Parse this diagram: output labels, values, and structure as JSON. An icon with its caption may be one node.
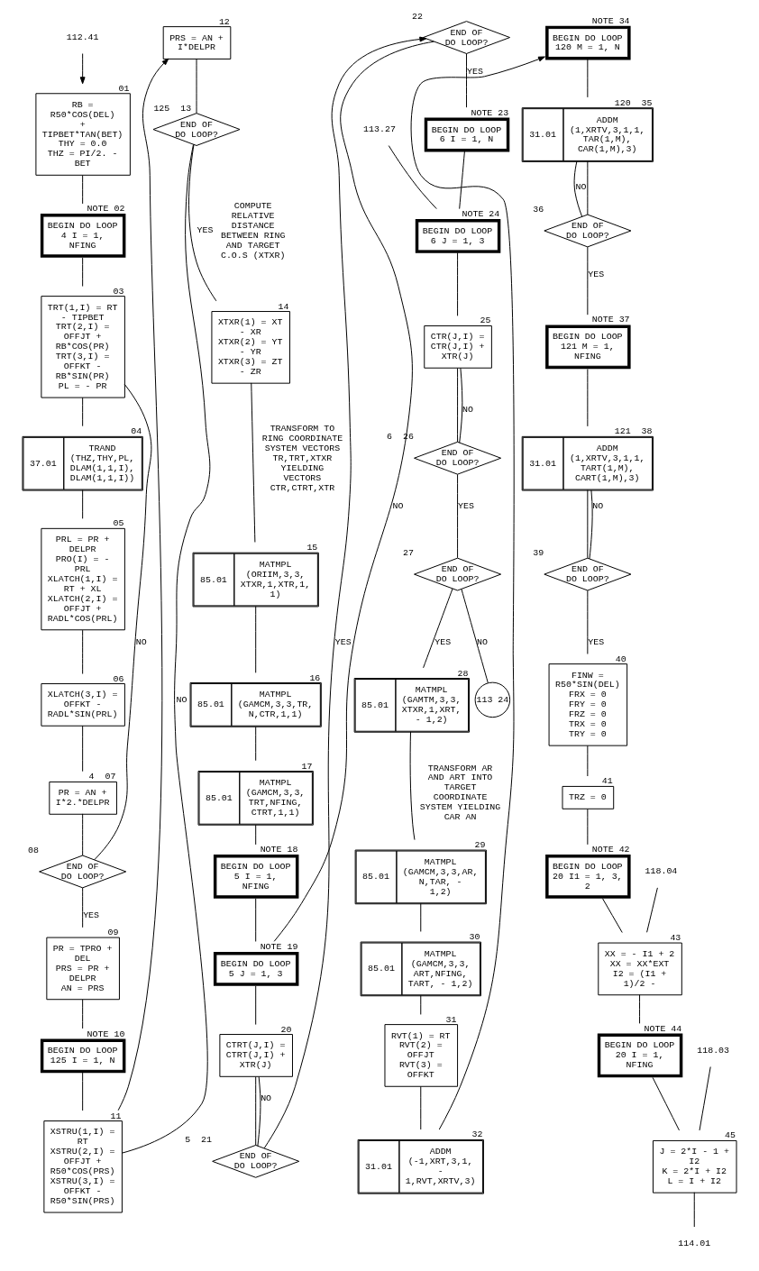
{
  "diagram": {
    "nodes": [
      {
        "text": [
          "112.41"
        ]
      },
      {
        "text": [
          "RB = R50*COS(DEL) + TIPBET*TAN(BET)",
          "THY = 0.0",
          "THZ = PI/2. - BET"
        ],
        "beside": [
          "01"
        ]
      },
      {
        "text": [
          "BEGIN DO LOOP 4 I = 1, NFING"
        ],
        "beside": [
          "NOTE 02"
        ]
      },
      {
        "text": [
          "TRT(1,I) = RT - TIPBET",
          "TRT(2,I) = OFFJT + RB*COS(PR)",
          "TRT(3,I) = OFFKT - RB*SIN(PR)",
          "PL = - PR"
        ],
        "beside": [
          "03"
        ]
      },
      {
        "text": [
          "37.01",
          "TRAND (THZ,THY,PL, DLAM(1,1,I), DLAM(1,1,I))"
        ],
        "beside": [
          "04"
        ]
      },
      {
        "text": [
          "PRL = PR + DELPR",
          "PRO(I) = - PRL",
          "XLATCH(1,I) = RT + XL",
          "XLATCH(2,I) = OFFJT + RADL*COS(PRL)"
        ],
        "beside": [
          "05"
        ]
      },
      {
        "text": [
          "XLATCH(3,I) = OFFKT - RADL*SIN(PRL)"
        ],
        "beside": [
          "06"
        ]
      },
      {
        "text": [
          "PR = AN + I*2.*DELPR"
        ],
        "beside": [
          "4",
          "07"
        ]
      },
      {
        "text": [
          "END OF DO LOOP?"
        ],
        "beside": [
          "08"
        ]
      },
      {
        "text": [
          "PR = TPRO + DEL",
          "PRS = PR + DELPR",
          "AN = PRS"
        ],
        "beside": [
          "09"
        ]
      },
      {
        "text": [
          "BEGIN DO LOOP 125 I = 1, N"
        ],
        "beside": [
          "NOTE 10"
        ]
      },
      {
        "text": [
          "XSTRU(1,I) = RT",
          "XSTRU(2,I) = OFFJT + R50*COS(PRS)",
          "XSTRU(3,I) = OFFKT - R50*SIN(PRS)"
        ],
        "beside": [
          "11"
        ]
      },
      {
        "text": [
          "PRS = AN + I*DELPR"
        ],
        "beside": [
          "12"
        ]
      },
      {
        "text": [
          "END OF DO LOOP?"
        ],
        "beside": [
          "125",
          "13"
        ]
      },
      {
        "text": [
          "XTXR(1) = XT - XR",
          "XTXR(2) = YT - YR",
          "XTXR(3) = ZT - ZR"
        ],
        "beside": [
          "14"
        ]
      },
      {
        "text": [
          "85.01",
          "MATMPL (ORIIM,3,3, XTXR,1,XTR,1, 1)"
        ],
        "beside": [
          "15"
        ]
      },
      {
        "text": [
          "85.01",
          "MATMPL (GAMCM,3,3,TR, N,CTR,1,1)"
        ],
        "beside": [
          "16"
        ]
      },
      {
        "text": [
          "85.01",
          "MATMPL (GAMCM,3,3, TRT,NFING, CTRT,1,1)"
        ],
        "beside": [
          "17"
        ]
      },
      {
        "text": [
          "BEGIN DO LOOP 5 I = 1, NFING"
        ],
        "beside": [
          "NOTE 18"
        ]
      },
      {
        "text": [
          "BEGIN DO LOOP 5 J = 1, 3"
        ],
        "beside": [
          "NOTE 19"
        ]
      },
      {
        "text": [
          "CTRT(J,I) = CTRT(J,I) + XTR(J)"
        ],
        "beside": [
          "20"
        ]
      },
      {
        "text": [
          "END OF DO LOOP?"
        ],
        "beside": [
          "5",
          "21"
        ]
      },
      {
        "text": [
          "END OF DO LOOP?"
        ],
        "beside": [
          "22"
        ]
      },
      {
        "text": [
          "BEGIN DO LOOP 6 I = 1, N"
        ],
        "beside": [
          "NOTE 23"
        ]
      },
      {
        "text": [
          "113.27"
        ]
      },
      {
        "text": [
          "BEGIN DO LOOP 6 J = 1, 3"
        ],
        "beside": [
          "NOTE 24"
        ]
      },
      {
        "text": [
          "CTR(J,I) = CTR(J,I) + XTR(J)"
        ],
        "beside": [
          "25"
        ]
      },
      {
        "text": [
          "END OF DO LOOP?"
        ],
        "beside": [
          "6",
          "26"
        ]
      },
      {
        "text": [
          "END OF DO LOOP?"
        ],
        "beside": [
          "27"
        ]
      },
      {
        "text": [
          "113 24"
        ]
      },
      {
        "text": [
          "85.01",
          "MATMPL (GAMTM,3,3, XTXR,1,XRT, - 1,2)"
        ],
        "beside": [
          "28"
        ]
      },
      {
        "text": [
          "85.01",
          "MATMPL (GAMCM,3,3,AR, N,TAR, - 1,2)"
        ],
        "beside": [
          "29"
        ]
      },
      {
        "text": [
          "85.01",
          "MATMPL (GAMCM,3,3, ART,NFING, TART, - 1,2)"
        ],
        "beside": [
          "30"
        ]
      },
      {
        "text": [
          "RVT(1) = RT",
          "RVT(2) = OFFJT",
          "RVT(3) = OFFKT"
        ],
        "beside": [
          "31"
        ]
      },
      {
        "text": [
          "31.01",
          "ADDM (-1,XRT,3,1, - 1,RVT,XRTV,3)"
        ],
        "beside": [
          "32"
        ]
      },
      {
        "text": [
          "BEGIN DO LOOP 120 M = 1, N"
        ],
        "beside": [
          "NOTE 34"
        ]
      },
      {
        "text": [
          "31.01",
          "ADDM (1,XRTV,3,1,1, TAR(1,M), CAR(1,M),3)"
        ],
        "beside": [
          "120",
          "35"
        ]
      },
      {
        "text": [
          "END OF DO LOOP?"
        ],
        "beside": [
          "36"
        ]
      },
      {
        "text": [
          "BEGIN DO LOOP 121 M = 1, NFING"
        ],
        "beside": [
          "NOTE 37"
        ]
      },
      {
        "text": [
          "31.01",
          "ADDM (1,XRTV,3,1,1, TART(1,M), CART(1,M),3)"
        ],
        "beside": [
          "121",
          "38"
        ]
      },
      {
        "text": [
          "END OF DO LOOP?"
        ],
        "beside": [
          "39"
        ]
      },
      {
        "text": [
          "FINW = R50*SIN(DEL)",
          "FRX = 0",
          "FRY = 0",
          "FRZ = 0",
          "TRX = 0",
          "TRY = 0"
        ],
        "beside": [
          "40"
        ]
      },
      {
        "text": [
          "TRZ = 0"
        ],
        "beside": [
          "41"
        ]
      },
      {
        "text": [
          "BEGIN DO LOOP 20 I1 = 1, 3, 2"
        ],
        "beside": [
          "NOTE 42"
        ]
      },
      {
        "text": [
          "118.04"
        ]
      },
      {
        "text": [
          "XX = - I1 + 2",
          "XX = XX*EXT",
          "I2 = (I1 + 1)/2 -"
        ],
        "beside": [
          "43"
        ]
      },
      {
        "text": [
          "BEGIN DO LOOP 20 I = 1, NFING"
        ],
        "beside": [
          "NOTE 44"
        ]
      },
      {
        "text": [
          "118.03"
        ]
      },
      {
        "text": [
          "J = 2*I - 1 + I2",
          "K = 2*I + I2",
          "L = I + I2"
        ],
        "beside": [
          "45"
        ]
      },
      {
        "text": [
          "114.01"
        ]
      }
    ],
    "edges": [
      {
        "from": 0,
        "to": 1,
        "arrow": "to"
      },
      {
        "from": 1,
        "to": 2,
        "arrow": "none"
      },
      {
        "from": 2,
        "to": 3,
        "arrow": "none"
      },
      {
        "from": 3,
        "to": 4,
        "arrow": "none"
      },
      {
        "from": 4,
        "to": 5,
        "arrow": "none"
      },
      {
        "from": 5,
        "to": 6,
        "arrow": "none"
      },
      {
        "from": 6,
        "to": 7,
        "arrow": "none"
      },
      {
        "from": 7,
        "to": 8,
        "arrow": "none"
      },
      {
        "from": 8,
        "to": 3,
        "arrow": "none",
        "label": "NO"
      },
      {
        "from": 8,
        "to": 9,
        "arrow": "none",
        "label": "YES"
      },
      {
        "from": 9,
        "to": 10,
        "arrow": "none"
      },
      {
        "from": 10,
        "to": 11,
        "arrow": "none"
      },
      {
        "from": 11,
        "to": 12,
        "arrow": "to"
      },
      {
        "from": 12,
        "to": 13,
        "arrow": "none"
      },
      {
        "from": 13,
        "to": 11,
        "arrow": "none",
        "label": "NO"
      },
      {
        "from": 13,
        "to": 14,
        "arrow": "none",
        "label": "YES"
      },
      {
        "from": 14,
        "to": 15,
        "arrow": "none"
      },
      {
        "from": 15,
        "to": 16,
        "arrow": "none"
      },
      {
        "from": 16,
        "to": 17,
        "arrow": "none"
      },
      {
        "from": 17,
        "to": 18,
        "arrow": "none"
      },
      {
        "from": 18,
        "to": 19,
        "arrow": "none"
      },
      {
        "from": 19,
        "to": 20,
        "arrow": "none"
      },
      {
        "from": 20,
        "to": 21,
        "arrow": "none"
      },
      {
        "from": 21,
        "to": 20,
        "arrow": "none",
        "label": "NO"
      },
      {
        "from": 21,
        "to": 22,
        "arrow": "to",
        "label": "YES"
      },
      {
        "from": 22,
        "to": 19,
        "arrow": "none",
        "label": "NO"
      },
      {
        "from": 22,
        "to": 23,
        "arrow": "none",
        "label": "YES"
      },
      {
        "from": 23,
        "to": 25,
        "arrow": "none"
      },
      {
        "from": 24,
        "to": 25,
        "arrow": "none"
      },
      {
        "from": 25,
        "to": 26,
        "arrow": "none"
      },
      {
        "from": 26,
        "to": 27,
        "arrow": "none"
      },
      {
        "from": 27,
        "to": 26,
        "arrow": "none",
        "label": "NO"
      },
      {
        "from": 27,
        "to": 28,
        "arrow": "none",
        "label": "YES"
      },
      {
        "from": 28,
        "to": 29,
        "arrow": "none",
        "label": "NO"
      },
      {
        "from": 28,
        "to": 30,
        "arrow": "none",
        "label": "YES"
      },
      {
        "from": 30,
        "to": 31,
        "arrow": "none"
      },
      {
        "from": 31,
        "to": 32,
        "arrow": "none"
      },
      {
        "from": 32,
        "to": 33,
        "arrow": "none"
      },
      {
        "from": 33,
        "to": 34,
        "arrow": "none"
      },
      {
        "from": 34,
        "to": 35,
        "arrow": "to"
      },
      {
        "from": 35,
        "to": 36,
        "arrow": "none"
      },
      {
        "from": 36,
        "to": 37,
        "arrow": "none"
      },
      {
        "from": 37,
        "to": 36,
        "arrow": "none",
        "label": "NO"
      },
      {
        "from": 37,
        "to": 38,
        "arrow": "none",
        "label": "YES"
      },
      {
        "from": 38,
        "to": 39,
        "arrow": "none"
      },
      {
        "from": 39,
        "to": 40,
        "arrow": "none"
      },
      {
        "from": 40,
        "to": 39,
        "arrow": "none",
        "label": "NO"
      },
      {
        "from": 40,
        "to": 41,
        "arrow": "none",
        "label": "YES"
      },
      {
        "from": 41,
        "to": 42,
        "arrow": "none"
      },
      {
        "from": 42,
        "to": 43,
        "arrow": "none"
      },
      {
        "from": 43,
        "to": 45,
        "arrow": "none"
      },
      {
        "from": 44,
        "to": 45,
        "arrow": "none"
      },
      {
        "from": 45,
        "to": 46,
        "arrow": "none"
      },
      {
        "from": 46,
        "to": 48,
        "arrow": "none"
      },
      {
        "from": 47,
        "to": 48,
        "arrow": "none"
      },
      {
        "from": 48,
        "to": 49,
        "arrow": "none"
      }
    ],
    "labels": [
      "COMPUTE RELATIVE DISTANCE BETWEEN RING AND TARGET C.O.S (XTXR)",
      "TRANSFORM TO RING COORDINATE SYSTEM VECTORS TR,TRT,XTXR YIELDING VECTORS CTR,CTRT,XTR",
      "TRANSFORM AR AND ART INTO TARGET COORDINATE SYSTEM YIELDING CAR AN"
    ]
  }
}
